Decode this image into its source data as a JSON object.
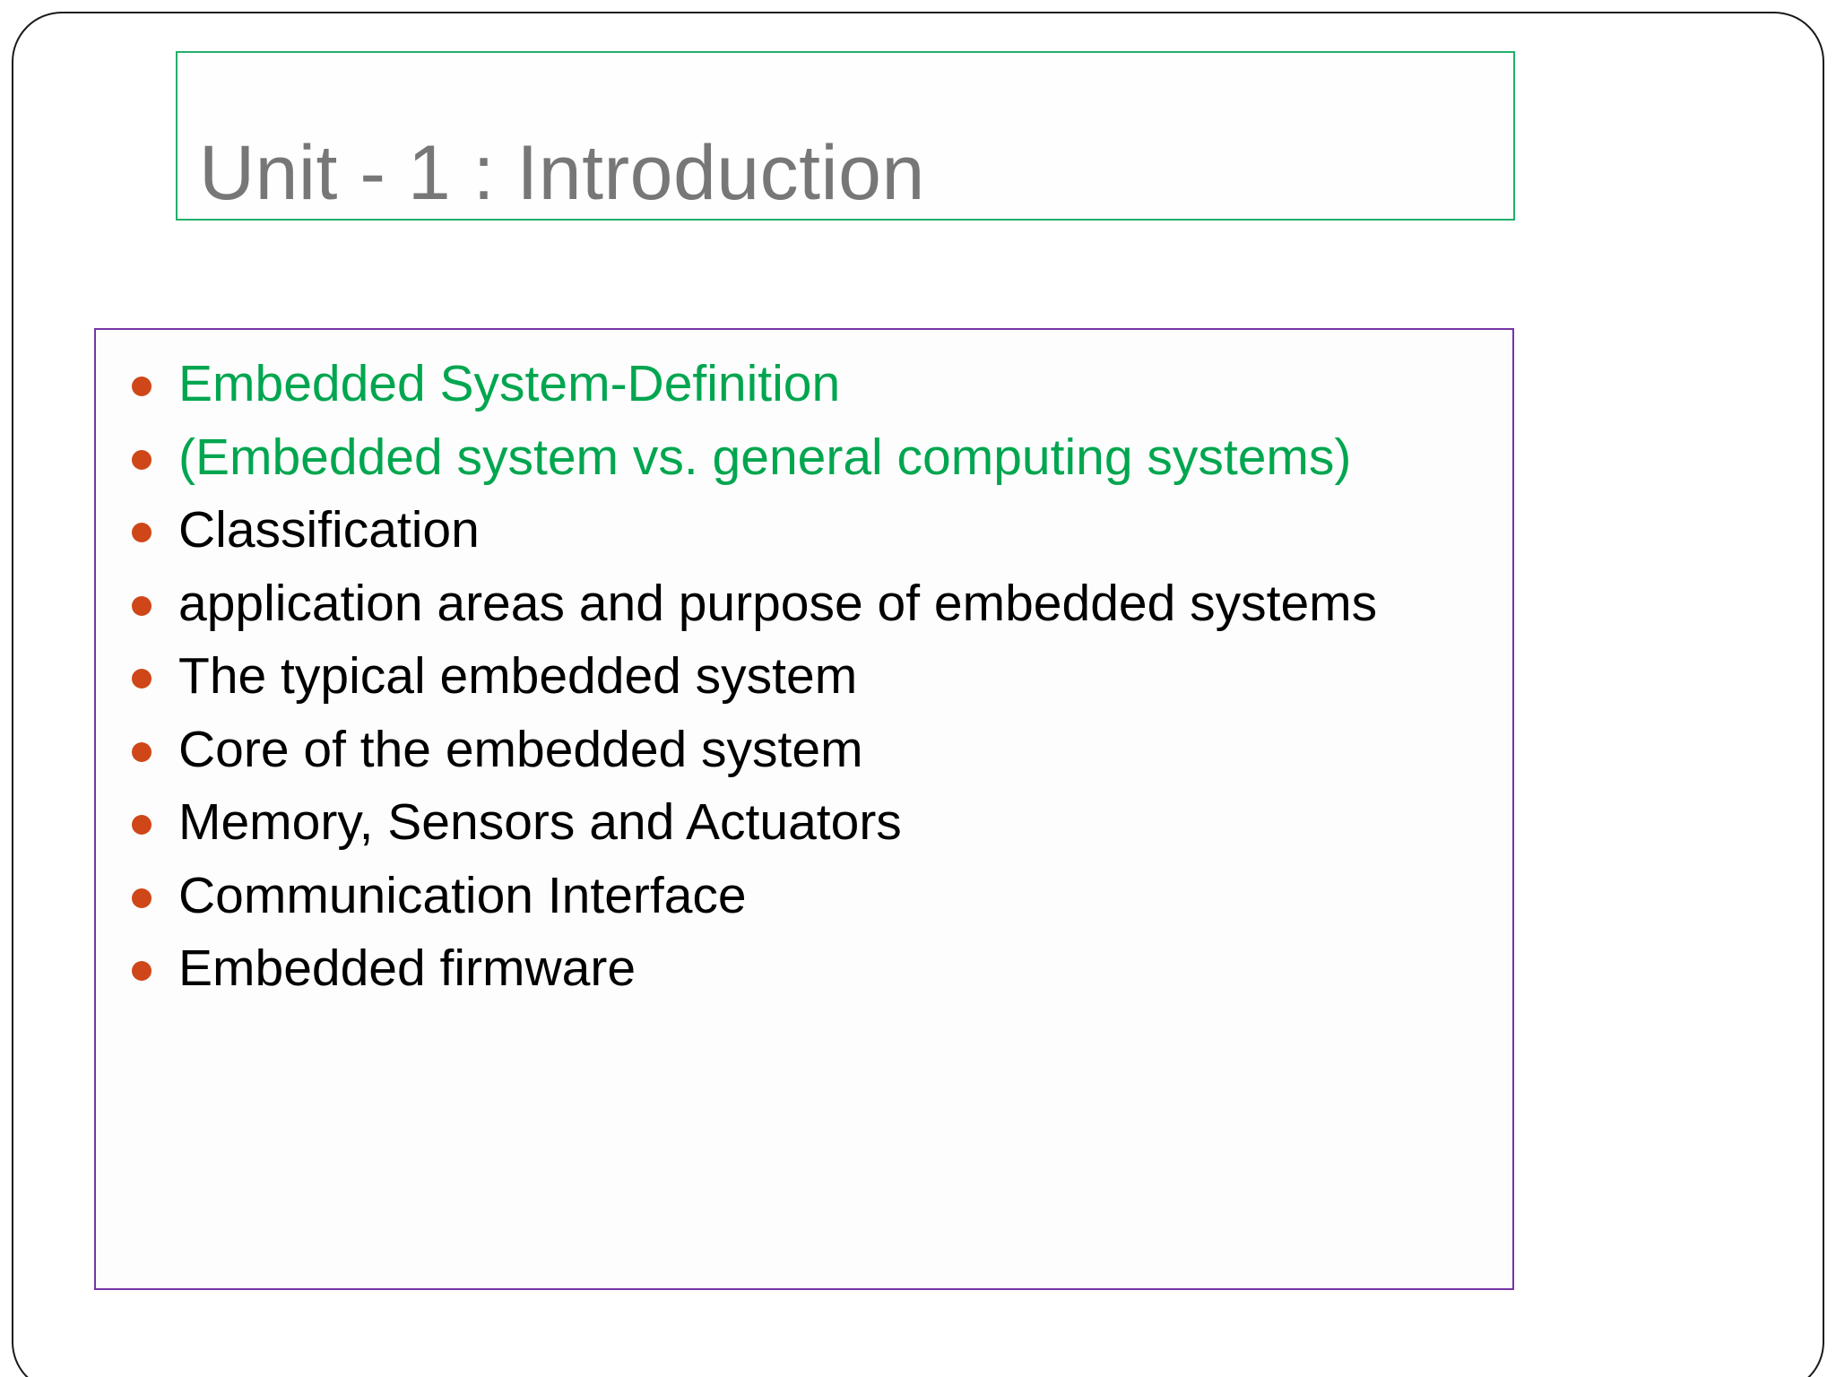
{
  "slide": {
    "title": "Unit - 1 : Introduction",
    "title_color": "#777777",
    "title_border_color": "#21b06a",
    "content_border_color": "#7734a5",
    "bullet_color": "#cf4718",
    "highlight_text_color": "#00a64f",
    "body_text_color": "#000000",
    "frame_color": "#1a1a1a",
    "background": "#ffffff",
    "bullets": [
      {
        "text": "Embedded System-Definition",
        "color": "green"
      },
      {
        "text": "(Embedded system vs. general computing systems)",
        "color": "green"
      },
      {
        "text": "Classification",
        "color": "black"
      },
      {
        "text": "application areas and purpose of embedded systems",
        "color": "black"
      },
      {
        "text": "The typical embedded system",
        "color": "black"
      },
      {
        "text": "Core of the embedded system",
        "color": "black"
      },
      {
        "text": "Memory, Sensors and Actuators",
        "color": "black"
      },
      {
        "text": "Communication Interface",
        "color": "black"
      },
      {
        "text": "Embedded firmware",
        "color": "black"
      }
    ]
  }
}
